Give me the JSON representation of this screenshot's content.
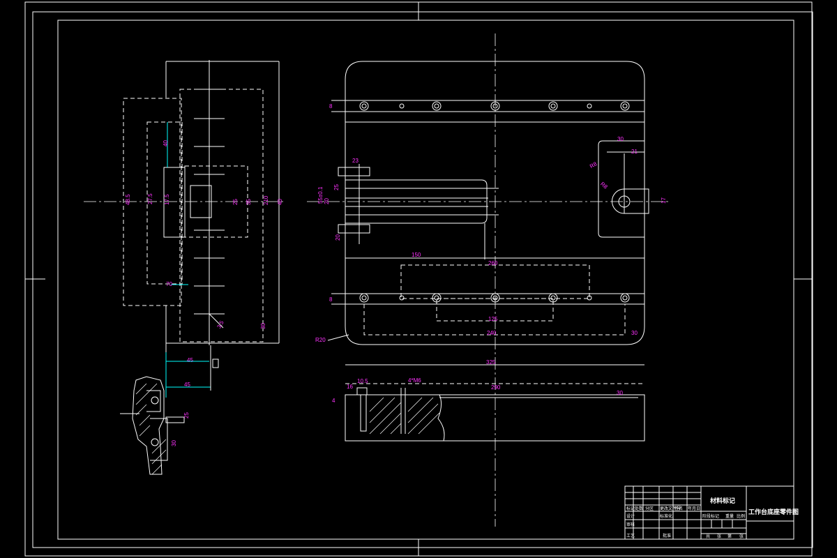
{
  "colors": {
    "background": "#000000",
    "lines": "#ffffff",
    "dimensions": "#ff33ff",
    "highlight": "#00ffff"
  },
  "side_view": {
    "dims": [
      "40",
      "48.5",
      "27.5",
      "17.5",
      "25",
      "210",
      "35",
      "40",
      "70",
      "45",
      "30",
      "3.5"
    ]
  },
  "top_view": {
    "dims": [
      "8",
      "8",
      "23",
      "150",
      "260",
      "125",
      "240",
      "30",
      "30",
      "21",
      "R8",
      "17",
      "R8",
      "55±0.1",
      "20",
      "25",
      "20",
      "R20"
    ]
  },
  "section_view": {
    "dims": [
      "325",
      "16",
      "10.5",
      "4",
      "4*M6",
      "290",
      "30"
    ]
  },
  "detail_view": {
    "dims": [
      "45",
      "25",
      "30"
    ]
  },
  "title_block": {
    "material_label": "材料标记",
    "drawing_title": "工作台底座零件图",
    "row_a": [
      "标记",
      "处数",
      "分区",
      "更改文件号",
      "签名",
      "年月日"
    ],
    "row_b": [
      "设计",
      "标准化",
      "阶段标记",
      "重量",
      "比例"
    ],
    "row_c": [
      "审核",
      "工艺",
      "批准"
    ],
    "row_d": [
      "共",
      "张",
      "第",
      "张"
    ]
  }
}
